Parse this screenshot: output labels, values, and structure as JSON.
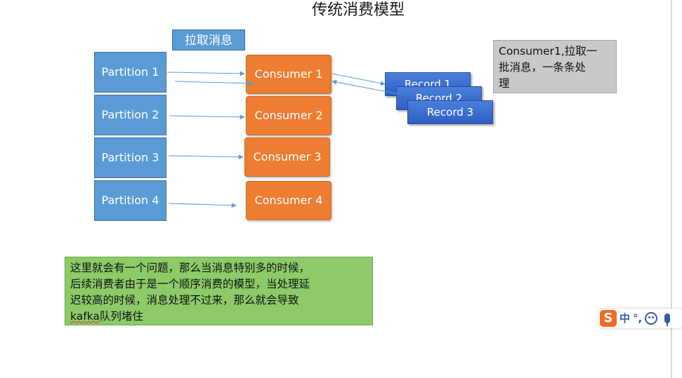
{
  "title": "传统消费模型",
  "pull_label": "拉取消息",
  "partitions": [
    {
      "label": "Partition 1"
    },
    {
      "label": "Partition 2"
    },
    {
      "label": "Partition 3"
    },
    {
      "label": "Partition 4"
    }
  ],
  "consumers": [
    {
      "label": "Consumer 1"
    },
    {
      "label": "Consumer 2"
    },
    {
      "label": "Consumer 3"
    },
    {
      "label": "Consumer 4"
    }
  ],
  "records": [
    {
      "label": "Record 1"
    },
    {
      "label": "Record 2"
    },
    {
      "label": "Record 3"
    }
  ],
  "gray_note": {
    "lines": [
      "Consumer1,拉取一",
      "批消息，一条条处",
      "理"
    ]
  },
  "green_note": {
    "lines": [
      "这里就会有一个问题，那么当消息特别多的时候，",
      "后续消费者由于是一个顺序消费的模型，当处理延",
      "迟较高的时候，消息处理不过来，那么就会导致"
    ],
    "last_line_word": "kafka",
    "last_line_rest": "队列堵住"
  },
  "ime_toolbar": {
    "logo": "S",
    "lang": "中",
    "punct": "°,",
    "icons": [
      "emoji-icon",
      "microphone-icon"
    ]
  },
  "colors": {
    "partition_blue": "#5b9bd5",
    "consumer_orange": "#ed7d31",
    "record_blue": "#2f5fc4",
    "note_gray": "#c9c9c9",
    "note_green": "#8ccb68",
    "arrow_blue": "#5b9bd5"
  }
}
